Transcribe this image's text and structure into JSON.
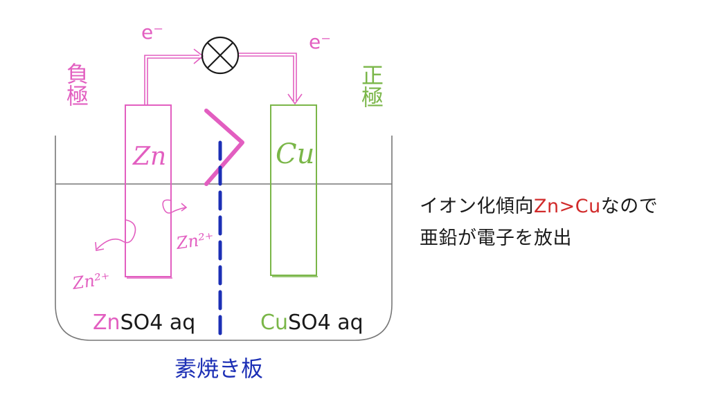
{
  "colors": {
    "anode": "#e25ec0",
    "cathode": "#7ab648",
    "membrane": "#1c2fb5",
    "beaker": "#777777",
    "text": "#1a1a1a",
    "highlight": "#d12a2a"
  },
  "labels": {
    "electron_left": "e⁻",
    "electron_right": "e⁻",
    "negative_electrode": "負極",
    "positive_electrode": "正極",
    "zn_electrode": "Zn",
    "cu_electrode": "Cu",
    "zn_ion_a": "Zn²⁺",
    "zn_ion_b": "Zn²⁺",
    "left_solution_metal": "Zn",
    "left_solution_rest": "SO4 aq",
    "right_solution_metal": "Cu",
    "right_solution_rest": "SO4 aq",
    "porous_plate": "素焼き板"
  },
  "icons": {
    "bulb": "lamp-symbol-icon"
  },
  "caption": {
    "line1_prefix": "イオン化傾向",
    "line1_highlight": "Zn>Cu",
    "line1_suffix": "なので",
    "line2": "亜鉛が電子を放出"
  }
}
